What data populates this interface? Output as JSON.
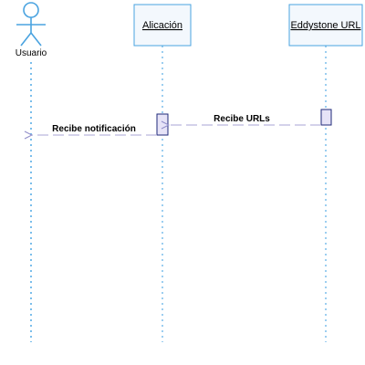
{
  "diagram": {
    "type": "uml-sequence",
    "colors": {
      "actor_stroke": "#4aa3e0",
      "lifeline": "#5aaee6",
      "box_fill": "#f3f8fd",
      "box_stroke": "#4aa3e0",
      "activation_fill": "#e6e3f7",
      "activation_stroke": "#1f2a7a",
      "message_line": "#a9a6d6",
      "arrowhead": "#8e8bc8"
    },
    "actor": {
      "name": "Usuario",
      "icon": "stick-figure-actor-icon"
    },
    "participants": [
      {
        "name": "Alicación"
      },
      {
        "name": "Eddystone URL"
      }
    ],
    "messages": [
      {
        "label": "Recibe URLs",
        "from": "Eddystone URL",
        "to": "Alicación"
      },
      {
        "label": "Recibe notificación",
        "from": "Alicación",
        "to": "Usuario"
      }
    ]
  }
}
